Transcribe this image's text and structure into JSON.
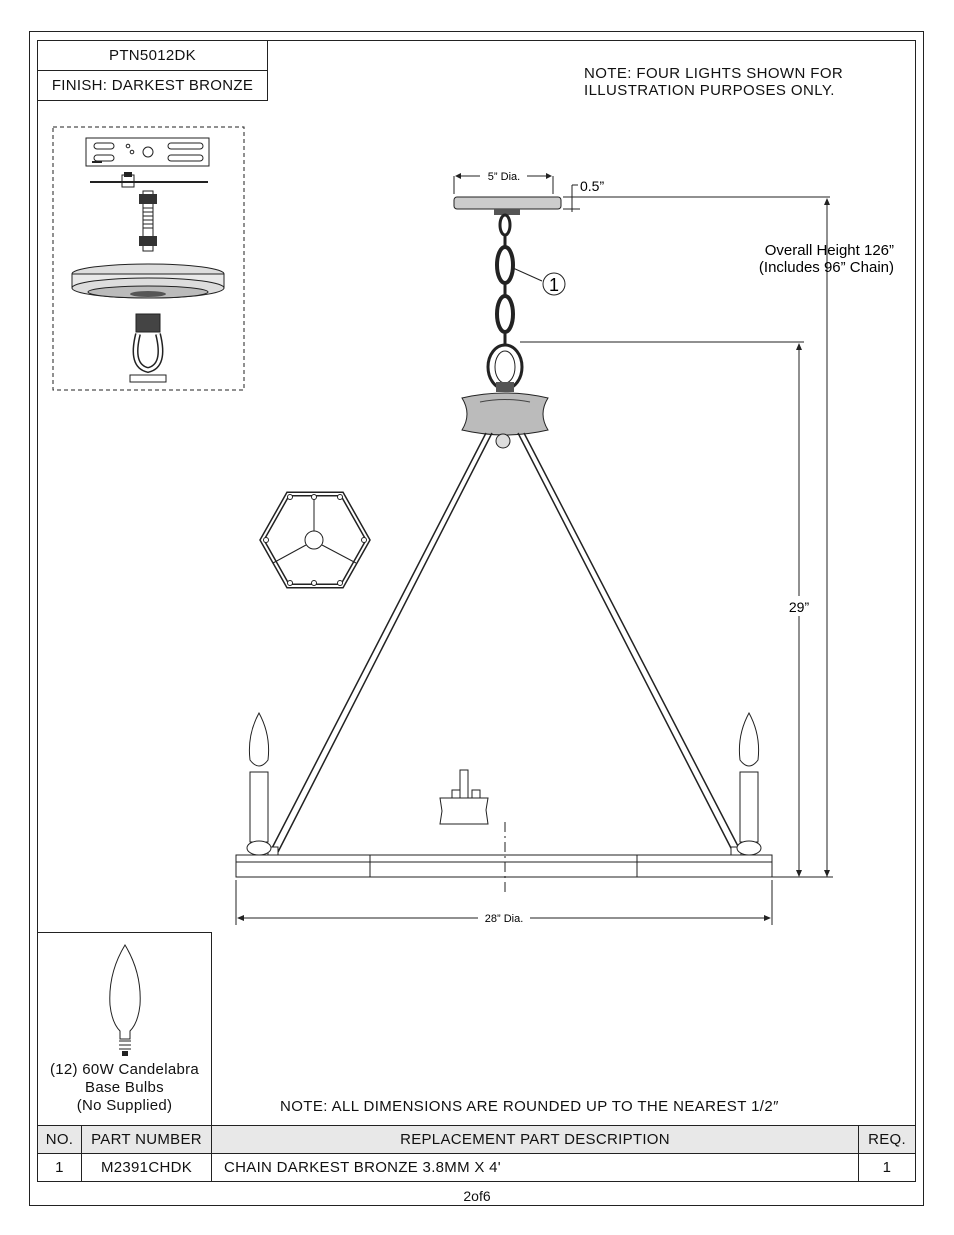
{
  "title_block": {
    "model": "PTN5012DK",
    "finish": "FINISH: DARKEST BRONZE"
  },
  "notes": {
    "top_note_line1": "NOTE:  FOUR LIGHTS SHOWN FOR",
    "top_note_line2": "ILLUSTRATION PURPOSES ONLY.",
    "bottom_note": "NOTE:  ALL DIMENSIONS ARE ROUNDED UP TO THE NEAREST  1/2″"
  },
  "dimensions": {
    "canopy_dia": "5” Dia.",
    "canopy_height": "0.5”",
    "overall_height_line1": "Overall Height 126”",
    "overall_height_line2": "(Includes 96” Chain)",
    "body_height": "29”",
    "body_dia": "28” Dia."
  },
  "callout": {
    "number": "1"
  },
  "bulb": {
    "line1": "(12) 60W Candelabra",
    "line2": "Base Bulbs",
    "line3": "(No Supplied)"
  },
  "parts_table": {
    "headers": [
      "NO.",
      "PART NUMBER",
      "REPLACEMENT PART DESCRIPTION",
      "REQ."
    ],
    "rows": [
      {
        "no": "1",
        "part_number": "M2391CHDK",
        "description": "CHAIN DARKEST BRONZE 3.8MM X 4'",
        "req": "1"
      }
    ]
  },
  "page_number": "2of6"
}
